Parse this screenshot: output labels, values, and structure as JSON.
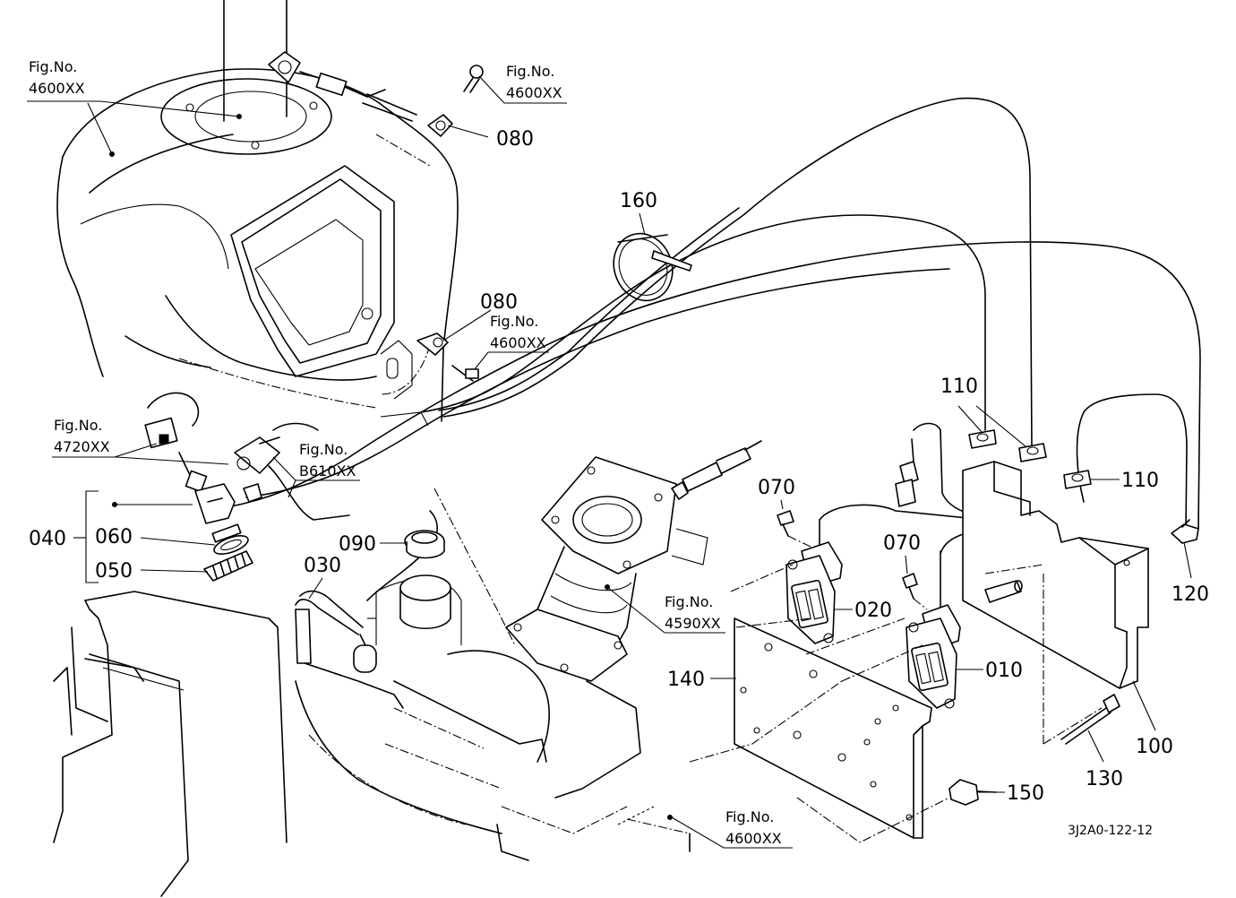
{
  "diagram": {
    "drawing_code": "3J2A0-122-12",
    "part_numbers": {
      "p010": "010",
      "p020": "020",
      "p030": "030",
      "p040": "040",
      "p050": "050",
      "p060": "060",
      "p070a": "070",
      "p070b": "070",
      "p080a": "080",
      "p080b": "080",
      "p090": "090",
      "p100": "100",
      "p110a": "110",
      "p110b": "110",
      "p120": "120",
      "p130": "130",
      "p140": "140",
      "p150": "150",
      "p160": "160"
    },
    "figure_refs": [
      {
        "label": "Fig.No.",
        "number": "4600XX"
      },
      {
        "label": "Fig.No.",
        "number": "4600XX"
      },
      {
        "label": "Fig.No.",
        "number": "4600XX"
      },
      {
        "label": "Fig.No.",
        "number": "4720XX"
      },
      {
        "label": "Fig.No.",
        "number": "B610XX"
      },
      {
        "label": "Fig.No.",
        "number": "4590XX"
      },
      {
        "label": "Fig.No.",
        "number": "4600XX"
      }
    ]
  }
}
